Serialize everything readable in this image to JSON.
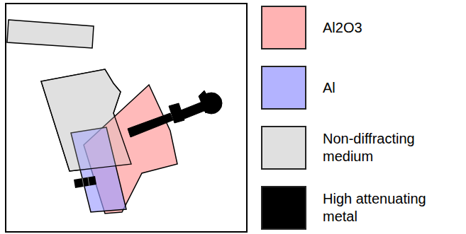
{
  "diagram": {
    "legend": [
      {
        "text": "Al2O3",
        "color": "#ffb3b3"
      },
      {
        "text": "Al",
        "color": "#b3b3ff"
      },
      {
        "text": "Non-diffracting medium",
        "color": "#e0e0e0"
      },
      {
        "text": "High attenuating metal",
        "color": "#000000"
      }
    ]
  }
}
